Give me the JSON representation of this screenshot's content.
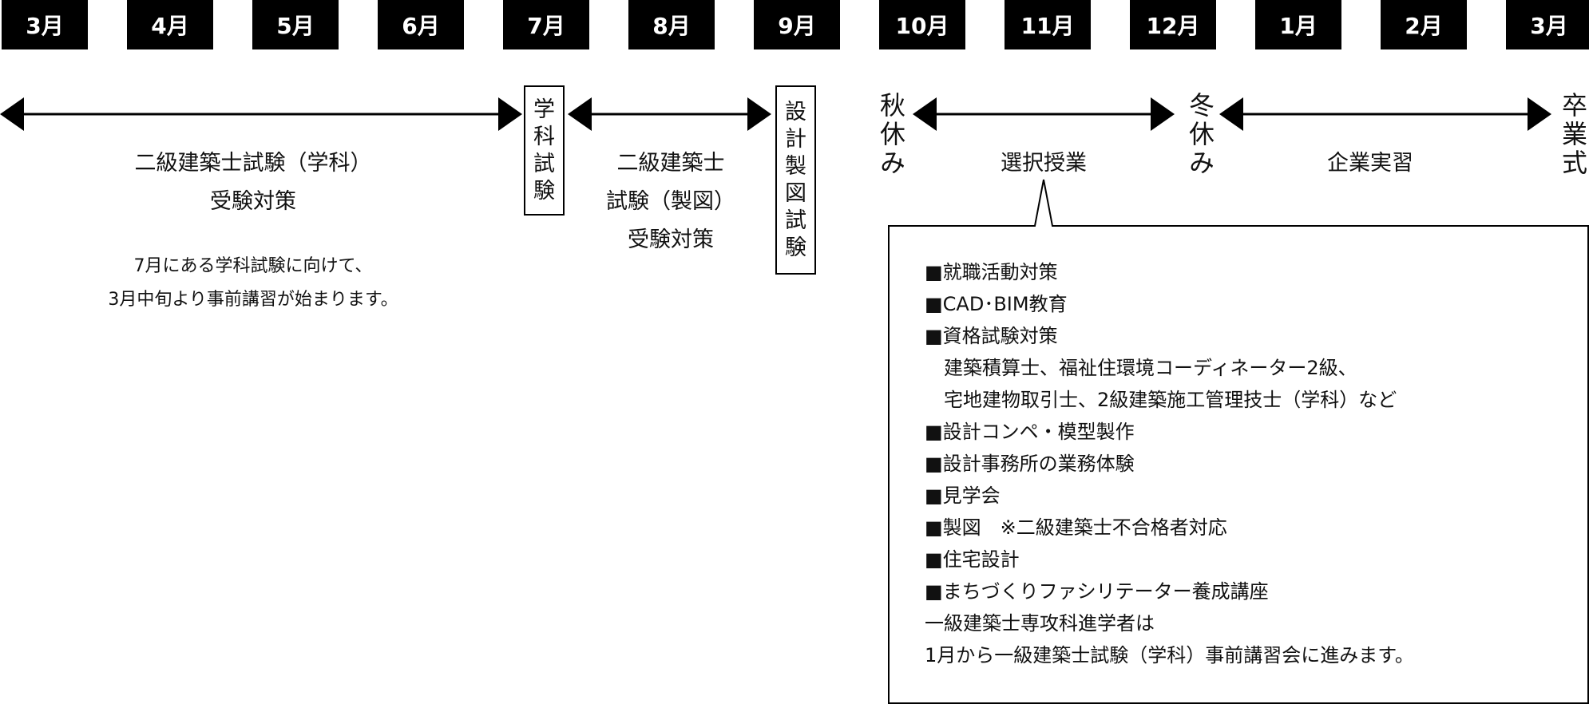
{
  "months": [
    "3月",
    "4月",
    "5月",
    "6月",
    "7月",
    "8月",
    "9月",
    "10月",
    "11月",
    "12月",
    "1月",
    "2月",
    "3月"
  ],
  "periods": {
    "gakka_title": [
      "二級建築士試験（学科）",
      "受験対策"
    ],
    "gakka_note": [
      "7月にある学科試験に向けて、",
      "3月中旬より事前講習が始まります。"
    ],
    "gakka_exam": "学科試験",
    "seizu_title": [
      "二級建築士",
      "試験（製図）",
      "受験対策"
    ],
    "seizu_exam": "設計製図試験",
    "autumn_break": "秋休み",
    "elective": "選択授業",
    "winter_break": "冬休み",
    "internship": "企業実習",
    "graduation": "卒業式"
  },
  "elective_details": [
    "■就職活動対策",
    "■CAD･BIM教育",
    "■資格試験対策",
    "　建築積算士、福祉住環境コーディネーター2級、",
    "　宅地建物取引士、2級建築施工管理技士（学科）など",
    "■設計コンペ・模型製作",
    "■設計事務所の業務体験",
    "■見学会",
    "■製図　※二級建築士不合格者対応",
    "■住宅設計",
    "■まちづくりファシリテーター養成講座",
    "一級建築士専攻科進学者は",
    "1月から一級建築士試験（学科）事前講習会に進みます。"
  ]
}
